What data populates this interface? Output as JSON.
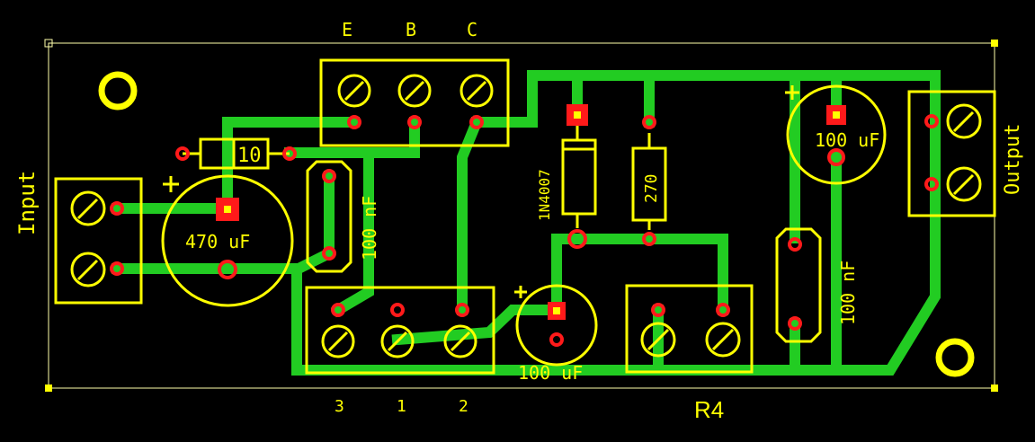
{
  "colors": {
    "background": "#000000",
    "trace": "#22cc22",
    "silkscreen": "#ffff00",
    "pad": "#ff1a1a",
    "outline": "#ffffaa"
  },
  "labels": {
    "transistor_e": "E",
    "transistor_b": "B",
    "transistor_c": "C",
    "input": "Input",
    "output": "Output",
    "resistor_10": "10",
    "cap_470": "470 uF",
    "cap_100nf_left": "100 nF",
    "diode": "1N4007",
    "resistor_270": "270",
    "cap_100uf_right": "100 uF",
    "cap_100nf_right": "100 nF",
    "cap_100uf_bottom": "100 uF",
    "pin_3": "3",
    "pin_1": "1",
    "pin_2": "2",
    "pot": "R4"
  }
}
